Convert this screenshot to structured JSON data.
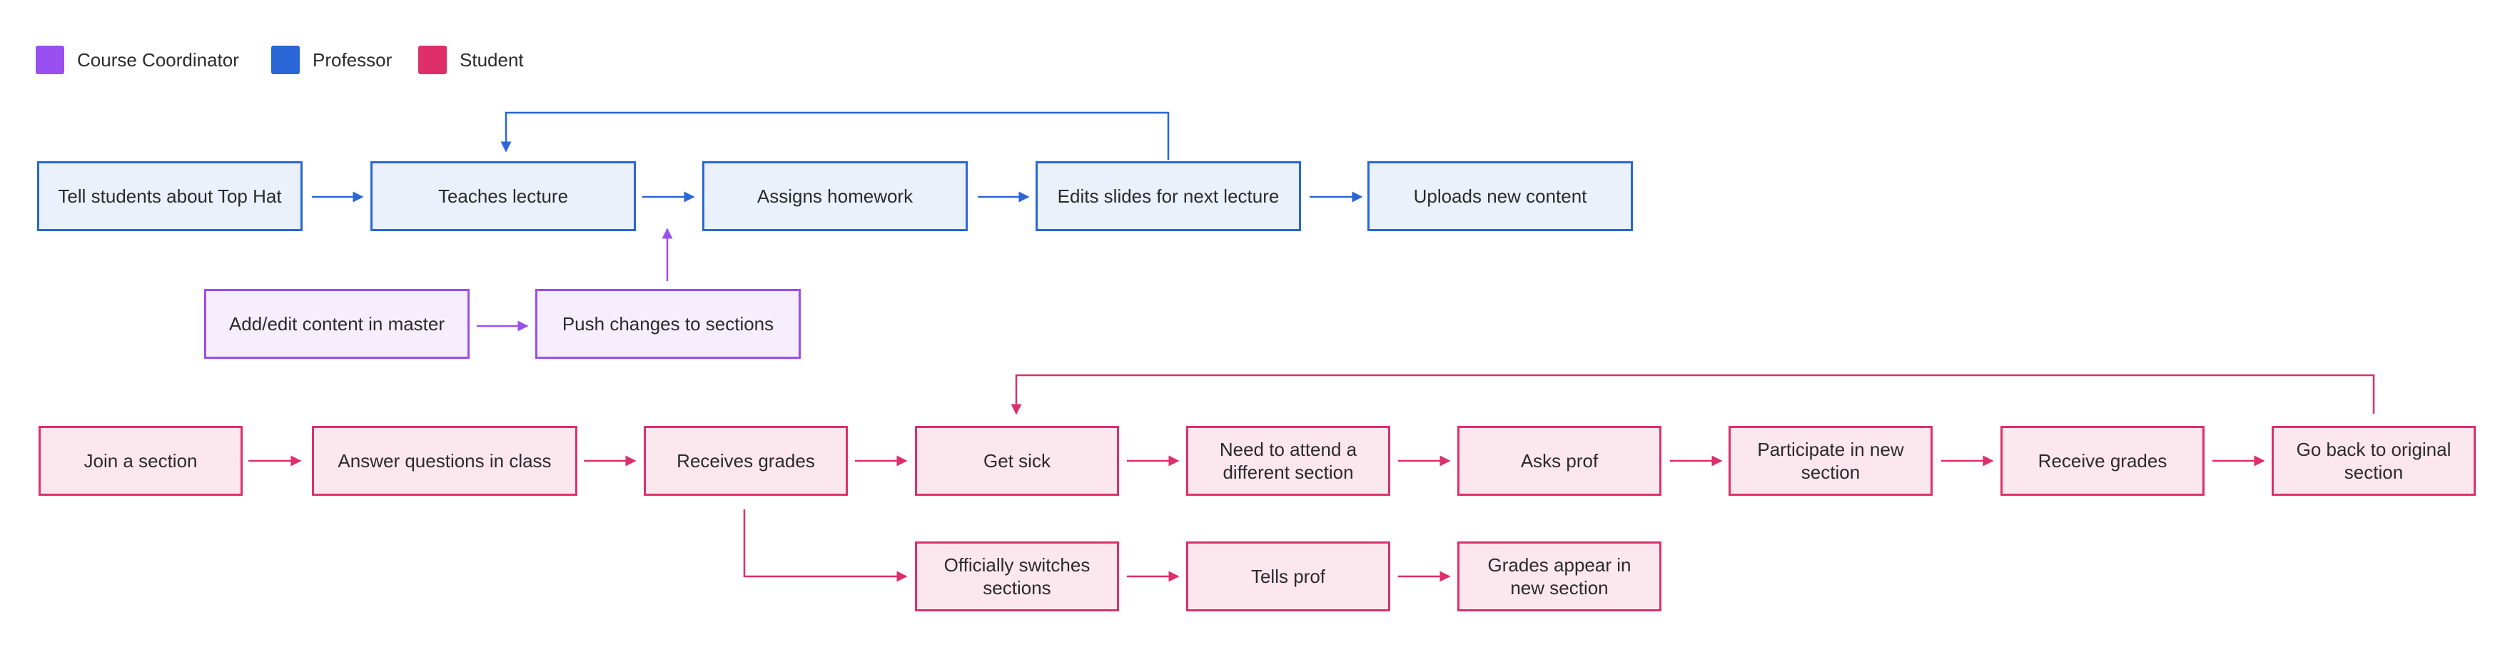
{
  "legend": [
    {
      "label": "Course Coordinator",
      "color": "#9a4ff0"
    },
    {
      "label": "Professor",
      "color": "#2a66d6"
    },
    {
      "label": "Student",
      "color": "#de2f6b"
    }
  ],
  "colors": {
    "coordinator": "#9a4ff0",
    "professor": "#2a66d6",
    "student": "#de2f6b"
  },
  "nodes": {
    "tell_students": "Tell students about Top Hat",
    "teaches_lecture": "Teaches lecture",
    "assigns_homework": "Assigns homework",
    "edits_slides": "Edits slides for next lecture",
    "uploads_content": "Uploads new content",
    "add_edit_content": "Add/edit content in master",
    "push_changes": "Push changes to sections",
    "join_section": "Join  a section",
    "answer_questions": "Answer questions in class",
    "receives_grades": "Receives grades",
    "get_sick": "Get sick",
    "attend_different": "Need to attend a different section",
    "asks_prof": "Asks prof",
    "participate_new": "Participate in new section",
    "receive_grades": "Receive grades",
    "go_back": "Go back to original section",
    "officially_switches": "Officially switches sections",
    "tells_prof": "Tells prof",
    "grades_appear": "Grades appear in new section"
  }
}
